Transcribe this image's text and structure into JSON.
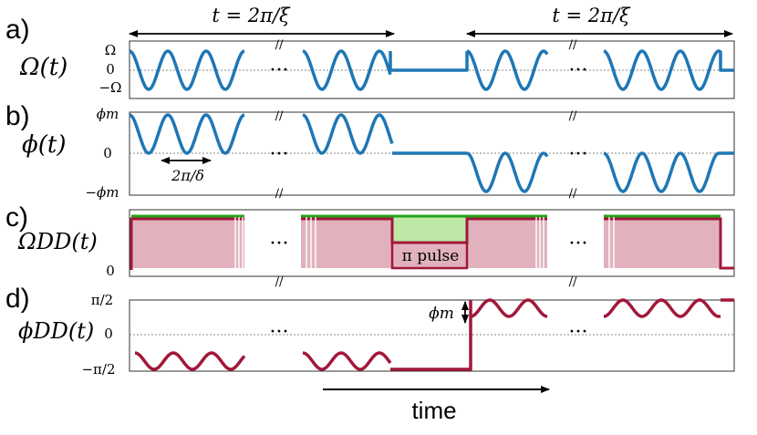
{
  "top_spans": [
    {
      "label": "t = 2π/ξ"
    },
    {
      "label": "t = 2π/ξ"
    }
  ],
  "panels": [
    {
      "tag": "a)",
      "ylabel": "Ω(t)",
      "ticks": [
        "Ω",
        "0",
        "−Ω"
      ]
    },
    {
      "tag": "b)",
      "ylabel": "ϕ(t)",
      "ticks": [
        "ϕm",
        "0",
        "−ϕm"
      ],
      "annotation": "2π/δ"
    },
    {
      "tag": "c)",
      "ylabel": "ΩDD(t)",
      "ticks": [
        "0"
      ],
      "annotation": "π pulse"
    },
    {
      "tag": "d)",
      "ylabel": "ϕDD(t)",
      "ticks": [
        "π/2",
        "0",
        "−π/2"
      ],
      "annotation": "ϕm"
    }
  ],
  "ellipsis": "···",
  "break_mark": "//",
  "time_label": "time",
  "colors": {
    "blue": "#1f77b4",
    "crimson": "#a1183a",
    "pink": "#e1b2bd",
    "light_green": "#bfe8a6",
    "green": "#22a318",
    "dotted": "#808080"
  }
}
